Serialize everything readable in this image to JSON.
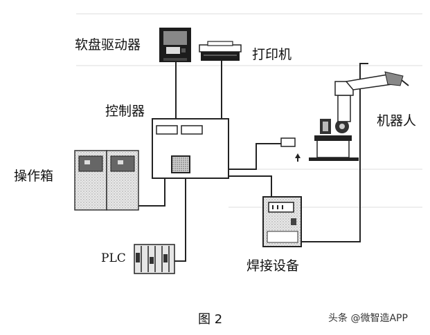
{
  "diagram": {
    "labels": {
      "floppy_drive": "软盘驱动器",
      "printer": "打印机",
      "controller": "控制器",
      "robot": "机器人",
      "operator_box": "操作箱",
      "plc": "PLC",
      "welding_equipment": "焊接设备"
    }
  },
  "caption": "图 2",
  "watermark": "头条 @微智造APP"
}
